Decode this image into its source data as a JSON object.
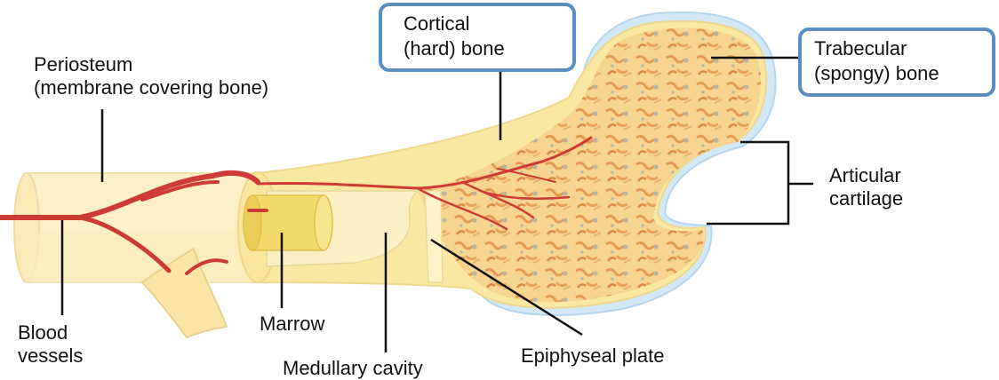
{
  "labels": {
    "periosteum": [
      "Periosteum",
      "(membrane covering bone)"
    ],
    "cortical": [
      "Cortical",
      "(hard) bone"
    ],
    "trabecular": [
      "Trabecular",
      "(spongy) bone"
    ],
    "articular": [
      "Articular",
      "cartilage"
    ],
    "blood_vessels": [
      "Blood",
      "vessels"
    ],
    "marrow": "Marrow",
    "medullary": "Medullary cavity",
    "epiphyseal": "Epiphyseal plate"
  },
  "colors": {
    "bone": "#fdf0c2",
    "bone_outline": "#f2df9a",
    "cortical": "#fbe9a0",
    "spongy": "#f5cf86",
    "spongy_fiber": "#e7a35c",
    "spongy_grey": "#b7b5a0",
    "cartilage": "#cfe6f5",
    "marrow": "#f6df7a",
    "vessel": "#cf3f37",
    "label_border": "#5a8dc1",
    "leader": "#111111"
  }
}
